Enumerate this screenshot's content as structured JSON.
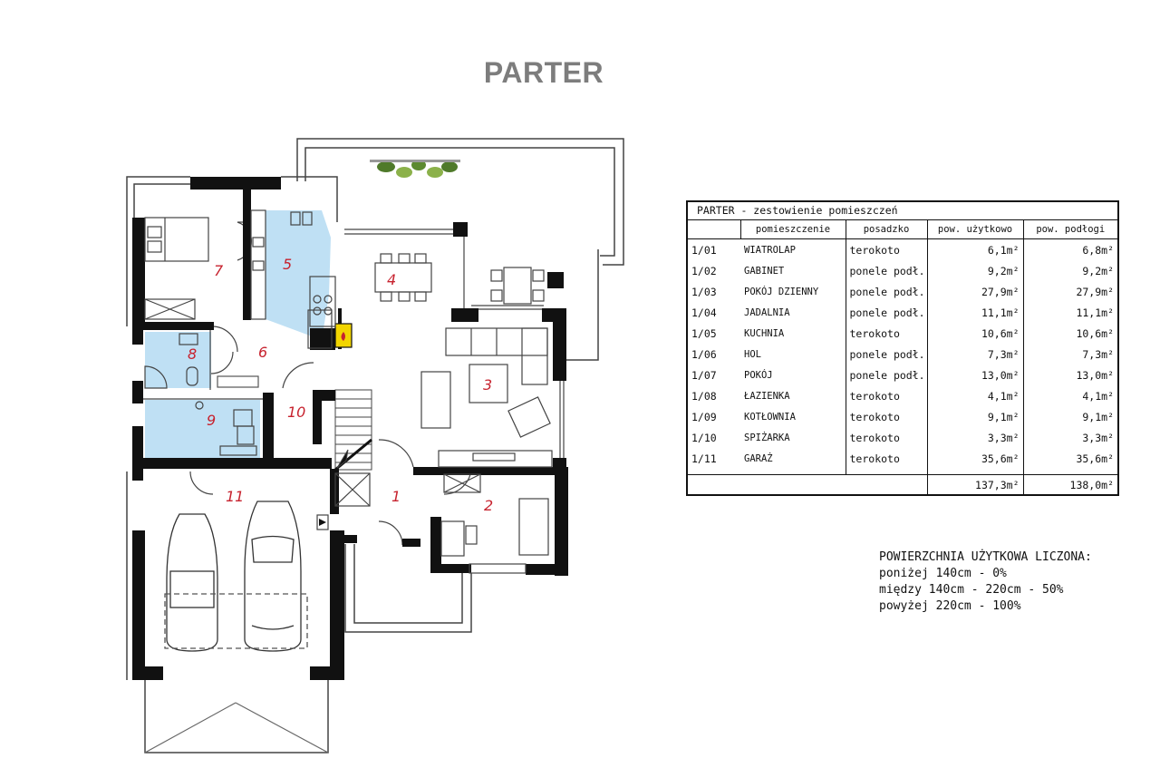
{
  "page": {
    "title": "PARTER"
  },
  "plan": {
    "rooms": [
      {
        "num": "1"
      },
      {
        "num": "2"
      },
      {
        "num": "3"
      },
      {
        "num": "4"
      },
      {
        "num": "5"
      },
      {
        "num": "6"
      },
      {
        "num": "7"
      },
      {
        "num": "8"
      },
      {
        "num": "9"
      },
      {
        "num": "10"
      },
      {
        "num": "11"
      }
    ],
    "colors": {
      "wall": "#111111",
      "outline": "#444444",
      "tile": "#bfe0f4",
      "room_number": "#c7232f",
      "fireplace": "#f2d500"
    }
  },
  "schedule": {
    "caption": "PARTER  -  zestowienie pomieszczeń",
    "headers": [
      "",
      "pomieszczenie",
      "posadzko",
      "pow. użytkowo",
      "pow. podłogi"
    ],
    "rows": [
      {
        "id": "1/01",
        "name": "WIATROLAP",
        "floor": "terokoto",
        "usable": "6,1m²",
        "area": "6,8m²"
      },
      {
        "id": "1/02",
        "name": "GABINET",
        "floor": "ponele podł.",
        "usable": "9,2m²",
        "area": "9,2m²"
      },
      {
        "id": "1/03",
        "name": "POKÓJ DZIENNY",
        "floor": "ponele podł.",
        "usable": "27,9m²",
        "area": "27,9m²"
      },
      {
        "id": "1/04",
        "name": "JADALNIA",
        "floor": "ponele podł.",
        "usable": "11,1m²",
        "area": "11,1m²"
      },
      {
        "id": "1/05",
        "name": "KUCHNIA",
        "floor": "terokoto",
        "usable": "10,6m²",
        "area": "10,6m²"
      },
      {
        "id": "1/06",
        "name": "HOL",
        "floor": "ponele podł.",
        "usable": "7,3m²",
        "area": "7,3m²"
      },
      {
        "id": "1/07",
        "name": "POKÓJ",
        "floor": "ponele podł.",
        "usable": "13,0m²",
        "area": "13,0m²"
      },
      {
        "id": "1/08",
        "name": "ŁAZIENKA",
        "floor": "terokoto",
        "usable": "4,1m²",
        "area": "4,1m²"
      },
      {
        "id": "1/09",
        "name": "KOTŁOWNIA",
        "floor": "terokoto",
        "usable": "9,1m²",
        "area": "9,1m²"
      },
      {
        "id": "1/10",
        "name": "SPIŻARKA",
        "floor": "terokoto",
        "usable": "3,3m²",
        "area": "3,3m²"
      },
      {
        "id": "1/11",
        "name": "GARAŻ",
        "floor": "terokoto",
        "usable": "35,6m²",
        "area": "35,6m²"
      }
    ],
    "totals": {
      "usable": "137,3m²",
      "area": "138,0m²"
    }
  },
  "notes": {
    "heading": "POWIERZCHNIA UŻYTKOWA LICZONA:",
    "lines": [
      "poniżej 140cm  -  0%",
      "między 140cm - 220cm   -  50%",
      "powyżej 220cm  -  100%"
    ]
  }
}
